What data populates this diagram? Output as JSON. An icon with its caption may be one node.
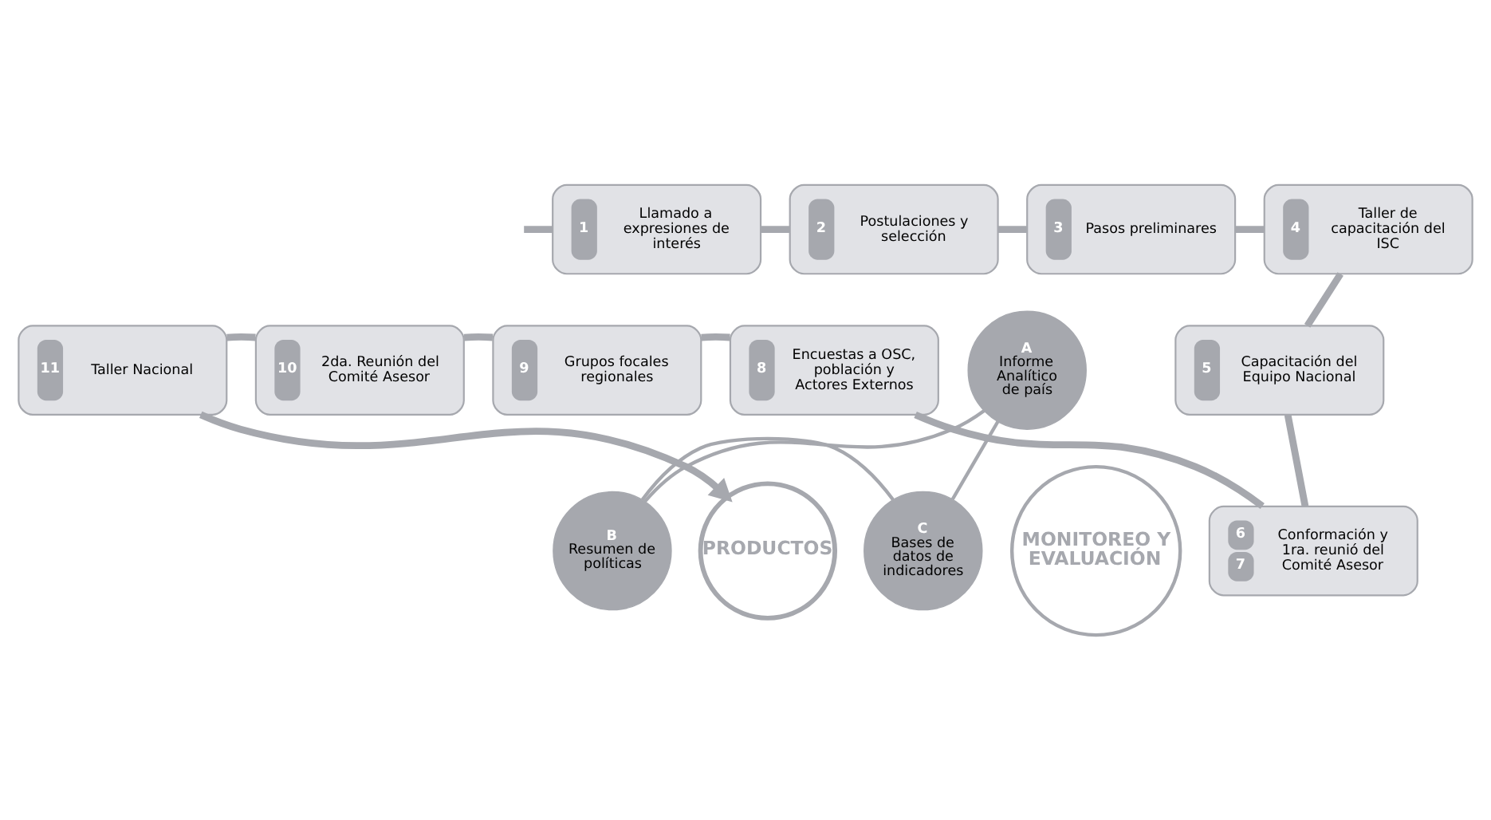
{
  "diagram": {
    "nodes": [
      {
        "text": [
          "1",
          "Llamado a expresiones de interés"
        ]
      },
      {
        "text": [
          "2",
          "Postulaciones y selección"
        ]
      },
      {
        "text": [
          "3",
          "Pasos preliminares"
        ]
      },
      {
        "text": [
          "4",
          "Taller de capacitación del ISC"
        ]
      },
      {
        "text": [
          "5",
          "Capacitación del Equipo Nacional"
        ]
      },
      {
        "text": [
          "6",
          "7",
          "Conformación y 1ra. reunió del Comité Asesor"
        ]
      },
      {
        "text": [
          "8",
          "Encuestas a OSC, población y Actores Externos"
        ]
      },
      {
        "text": [
          "9",
          "Grupos focales regionales"
        ]
      },
      {
        "text": [
          "10",
          "2da. Reunión del Comité Asesor"
        ]
      },
      {
        "text": [
          "11",
          "Taller Nacional"
        ]
      },
      {
        "text": [
          "PRODUCTOS"
        ]
      },
      {
        "text": [
          "B",
          "Resumen de políticas"
        ]
      },
      {
        "text": [
          "A",
          "Informe Analítico de país"
        ]
      },
      {
        "text": [
          "C",
          "Bases de datos de indicadores"
        ]
      },
      {
        "text": [
          "MONITOREO Y EVALUACIÓN"
        ]
      }
    ],
    "edges": [
      {
        "from": null,
        "to": 0,
        "arrow": "none"
      },
      {
        "from": 0,
        "to": 1,
        "arrow": "none"
      },
      {
        "from": 1,
        "to": 2,
        "arrow": "none"
      },
      {
        "from": 2,
        "to": 3,
        "arrow": "none"
      },
      {
        "from": 3,
        "to": 4,
        "arrow": "none"
      },
      {
        "from": 4,
        "to": 5,
        "arrow": "none"
      },
      {
        "from": 5,
        "to": 6,
        "arrow": "none"
      },
      {
        "from": 6,
        "to": 7,
        "arrow": "none"
      },
      {
        "from": 7,
        "to": 8,
        "arrow": "none"
      },
      {
        "from": 8,
        "to": 9,
        "arrow": "none"
      },
      {
        "from": 9,
        "to": 10,
        "arrow": "to"
      },
      {
        "from": 12,
        "to": 11,
        "arrow": "none"
      },
      {
        "from": 11,
        "to": 13,
        "arrow": "none"
      },
      {
        "from": 13,
        "to": 12,
        "arrow": "none"
      }
    ]
  }
}
